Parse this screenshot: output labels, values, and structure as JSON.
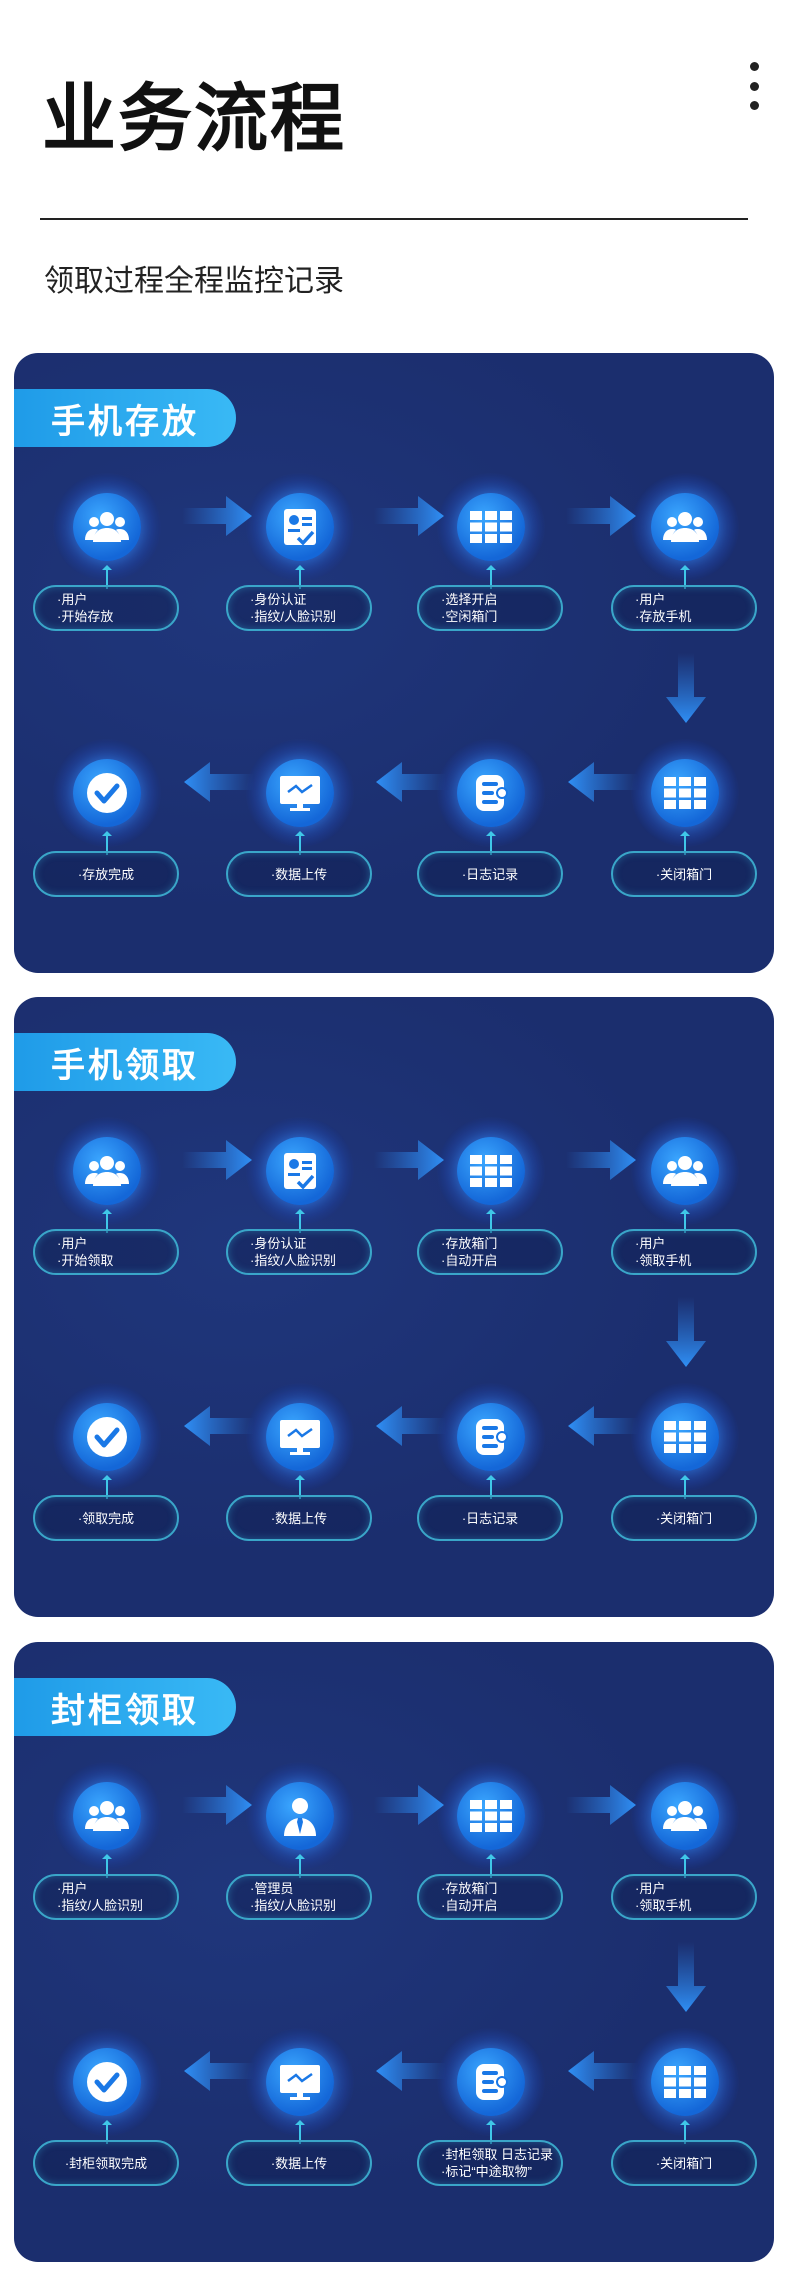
{
  "header": {
    "title": "业务流程",
    "subtitle": "领取过程全程监控记录"
  },
  "menu_icon": "more-vertical-icon",
  "colors": {
    "panel": "#1b2e6e",
    "accent": "#2aa8ef",
    "node": "#1a78e6"
  },
  "sections": [
    {
      "title": "手机存放",
      "steps": [
        {
          "icon": "users-icon",
          "lines": [
            "·用户",
            "·开始存放"
          ]
        },
        {
          "icon": "id-card-icon",
          "lines": [
            "·身份认证",
            "·指纹/人脸识别"
          ]
        },
        {
          "icon": "grid-icon",
          "lines": [
            "·选择开启",
            "·空闲箱门"
          ]
        },
        {
          "icon": "users-icon",
          "lines": [
            "·用户",
            "·存放手机"
          ]
        },
        {
          "icon": "grid-icon",
          "lines": [
            "·关闭箱门"
          ]
        },
        {
          "icon": "log-icon",
          "lines": [
            "·日志记录"
          ]
        },
        {
          "icon": "monitor-icon",
          "lines": [
            "·数据上传"
          ]
        },
        {
          "icon": "check-icon",
          "lines": [
            "·存放完成"
          ]
        }
      ]
    },
    {
      "title": "手机领取",
      "steps": [
        {
          "icon": "users-icon",
          "lines": [
            "·用户",
            "·开始领取"
          ]
        },
        {
          "icon": "id-card-icon",
          "lines": [
            "·身份认证",
            "·指纹/人脸识别"
          ]
        },
        {
          "icon": "grid-icon",
          "lines": [
            "·存放箱门",
            "·自动开启"
          ]
        },
        {
          "icon": "users-icon",
          "lines": [
            "·用户",
            "·领取手机"
          ]
        },
        {
          "icon": "grid-icon",
          "lines": [
            "·关闭箱门"
          ]
        },
        {
          "icon": "log-icon",
          "lines": [
            "·日志记录"
          ]
        },
        {
          "icon": "monitor-icon",
          "lines": [
            "·数据上传"
          ]
        },
        {
          "icon": "check-icon",
          "lines": [
            "·领取完成"
          ]
        }
      ]
    },
    {
      "title": "封柜领取",
      "steps": [
        {
          "icon": "users-icon",
          "lines": [
            "·用户",
            "·指纹/人脸识别"
          ]
        },
        {
          "icon": "manager-icon",
          "lines": [
            "·管理员",
            "·指纹/人脸识别"
          ]
        },
        {
          "icon": "grid-icon",
          "lines": [
            "·存放箱门",
            "·自动开启"
          ]
        },
        {
          "icon": "users-icon",
          "lines": [
            "·用户",
            "·领取手机"
          ]
        },
        {
          "icon": "grid-icon",
          "lines": [
            "·关闭箱门"
          ]
        },
        {
          "icon": "log-icon",
          "lines": [
            "·封柜领取 日志记录",
            "·标记“中途取物”"
          ]
        },
        {
          "icon": "monitor-icon",
          "lines": [
            "·数据上传"
          ]
        },
        {
          "icon": "check-icon",
          "lines": [
            "·封柜领取完成"
          ]
        }
      ]
    }
  ]
}
